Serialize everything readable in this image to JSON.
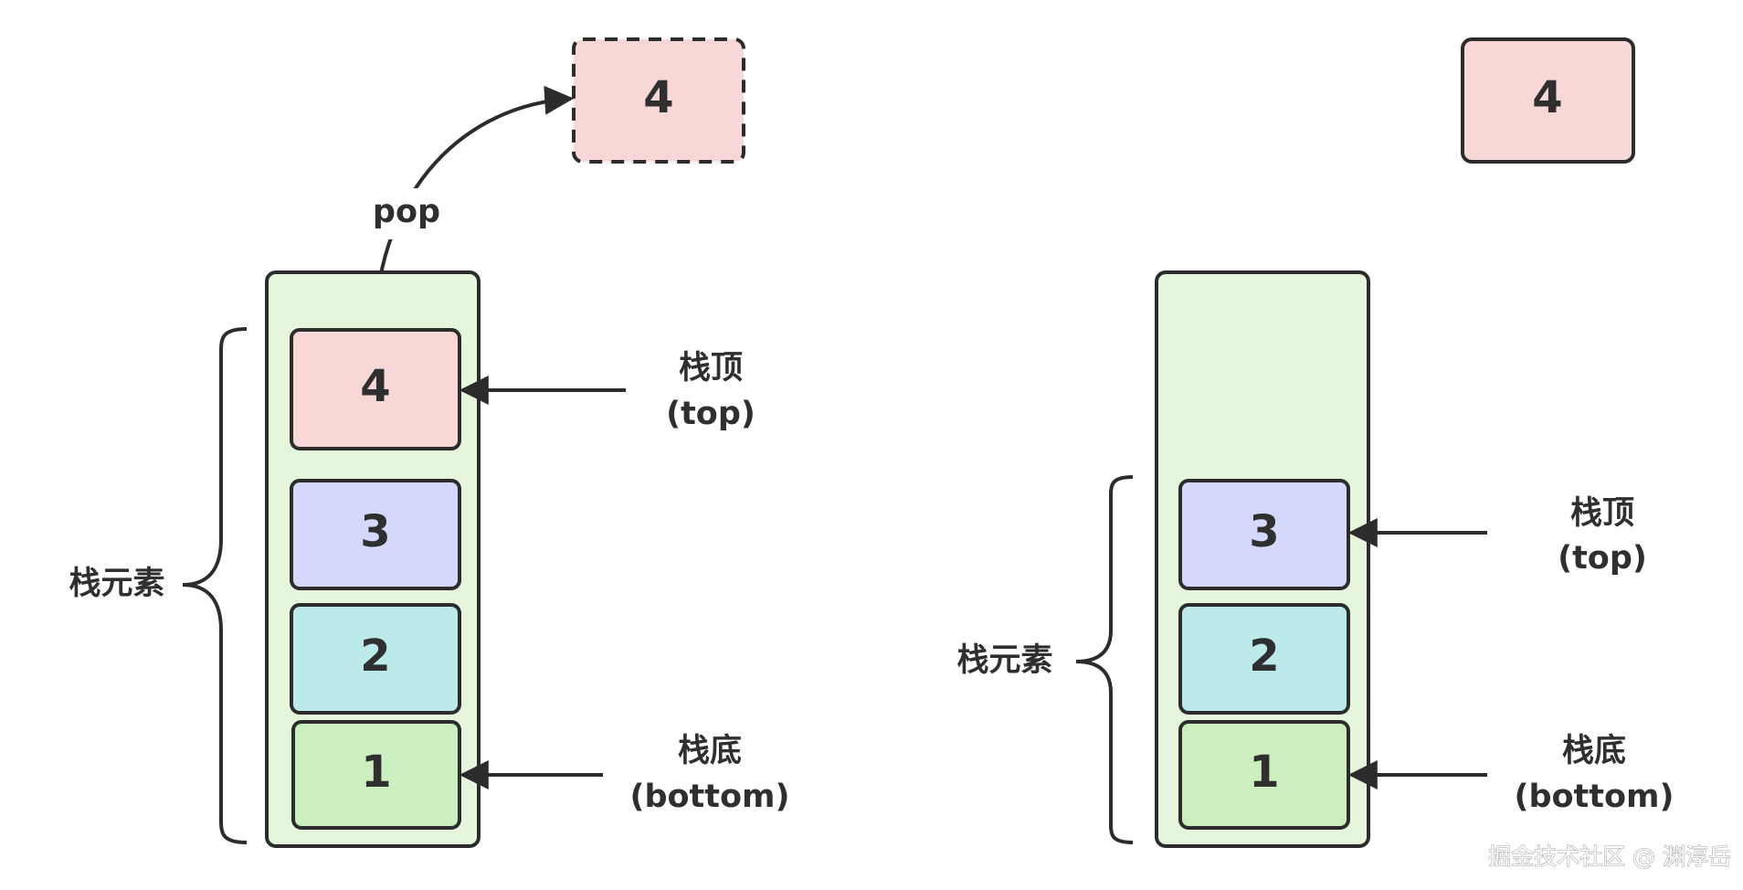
{
  "colors": {
    "stack_fill": "#e6f6dc",
    "stroke": "#2c2c2c",
    "item_4": "#f8d7d7",
    "item_3": "#d4d8fb",
    "item_2": "#bceaea",
    "item_1": "#ccefbf"
  },
  "left": {
    "pop_label": "pop",
    "popped_value": "4",
    "items": [
      "4",
      "3",
      "2",
      "1"
    ],
    "elements_label": "栈元素",
    "top_label": "栈顶",
    "top_sub": "(top)",
    "bottom_label": "栈底",
    "bottom_sub": "(bottom)"
  },
  "right": {
    "result_value": "4",
    "items": [
      "3",
      "2",
      "1"
    ],
    "elements_label": "栈元素",
    "top_label": "栈顶",
    "top_sub": "(top)",
    "bottom_label": "栈底",
    "bottom_sub": "(bottom)"
  },
  "watermark": "掘金技术社区 @ 渊淳岳"
}
